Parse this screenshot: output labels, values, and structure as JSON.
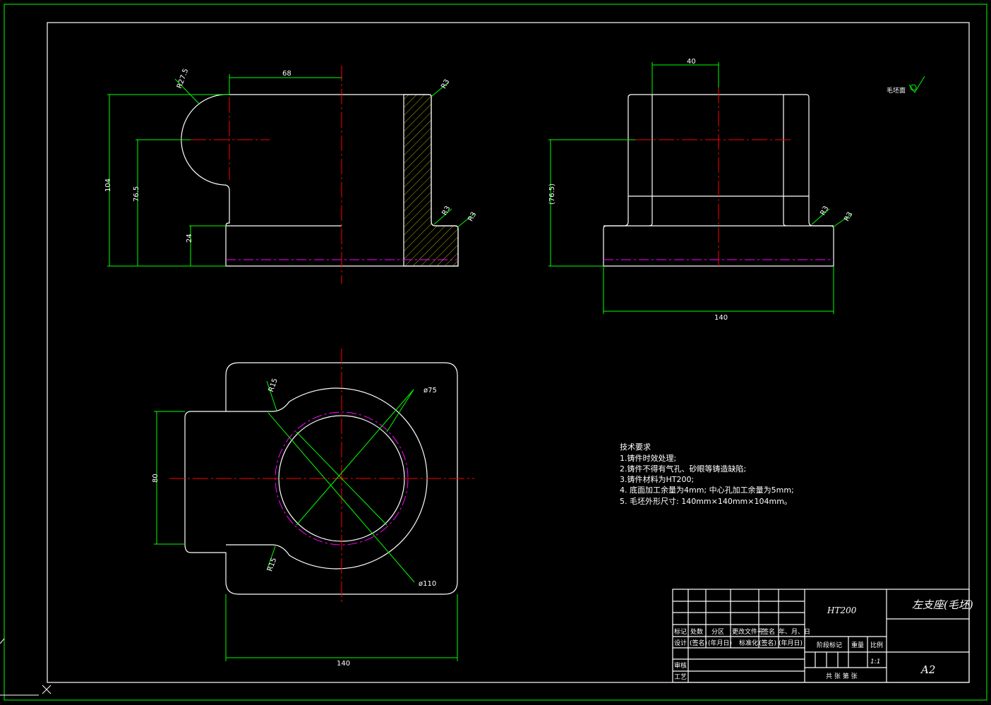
{
  "views": {
    "front": {
      "dims": {
        "width_68": "68",
        "radius_r27_5": "R27.5",
        "radius_r3_top": "R3",
        "radius_r3_a": "R3",
        "radius_r3_b": "R3",
        "height_104": "104",
        "height_76_5": "76.5",
        "height_24": "24"
      }
    },
    "side": {
      "dims": {
        "width_40": "40",
        "height_76_5": "(76.5)",
        "radius_r3_a": "R3",
        "radius_r3_b": "R3",
        "width_140": "140"
      }
    },
    "top": {
      "dims": {
        "radius_r15_a": "R15",
        "radius_r15_b": "R15",
        "diameter_75": "ø75",
        "diameter_110": "ø110",
        "height_80": "80",
        "width_140": "140"
      }
    }
  },
  "surface_finish": {
    "label": "毛坯面"
  },
  "tech_requirements": {
    "title": "技术要求",
    "items": [
      "1.铸件时效处理;",
      "2.铸件不得有气孔、砂眼等铸造缺陷;",
      "3.铸件材料为HT200;",
      "4. 底面加工余量为4mm; 中心孔加工余量为5mm;",
      "5. 毛坯外形尺寸: 140mm×140mm×104mm。"
    ]
  },
  "title_block": {
    "material": "HT200",
    "part_name": "左支座(毛坯)",
    "sheet_size": "A2",
    "scale": "1:1",
    "labels": {
      "mark": "标记",
      "count": "处数",
      "zone": "分区",
      "change_doc": "更改文件号",
      "signature": "签名",
      "date": "年、月、日",
      "design": "设计",
      "sig1": "(签名)",
      "date1": "(年月日)",
      "standardize": "标准化",
      "sig2": "(签名)",
      "date2": "(年月日)",
      "stage_mark": "阶段标记",
      "weight": "重量",
      "scale_label": "比例",
      "review": "审核",
      "process": "工艺",
      "sheets": "共 张 第 张"
    }
  },
  "colors": {
    "background": "#000000",
    "outline": "#ffffff",
    "dimension": "#00ff00",
    "centerline": "#ff0000",
    "hidden": "#ff00ff"
  }
}
